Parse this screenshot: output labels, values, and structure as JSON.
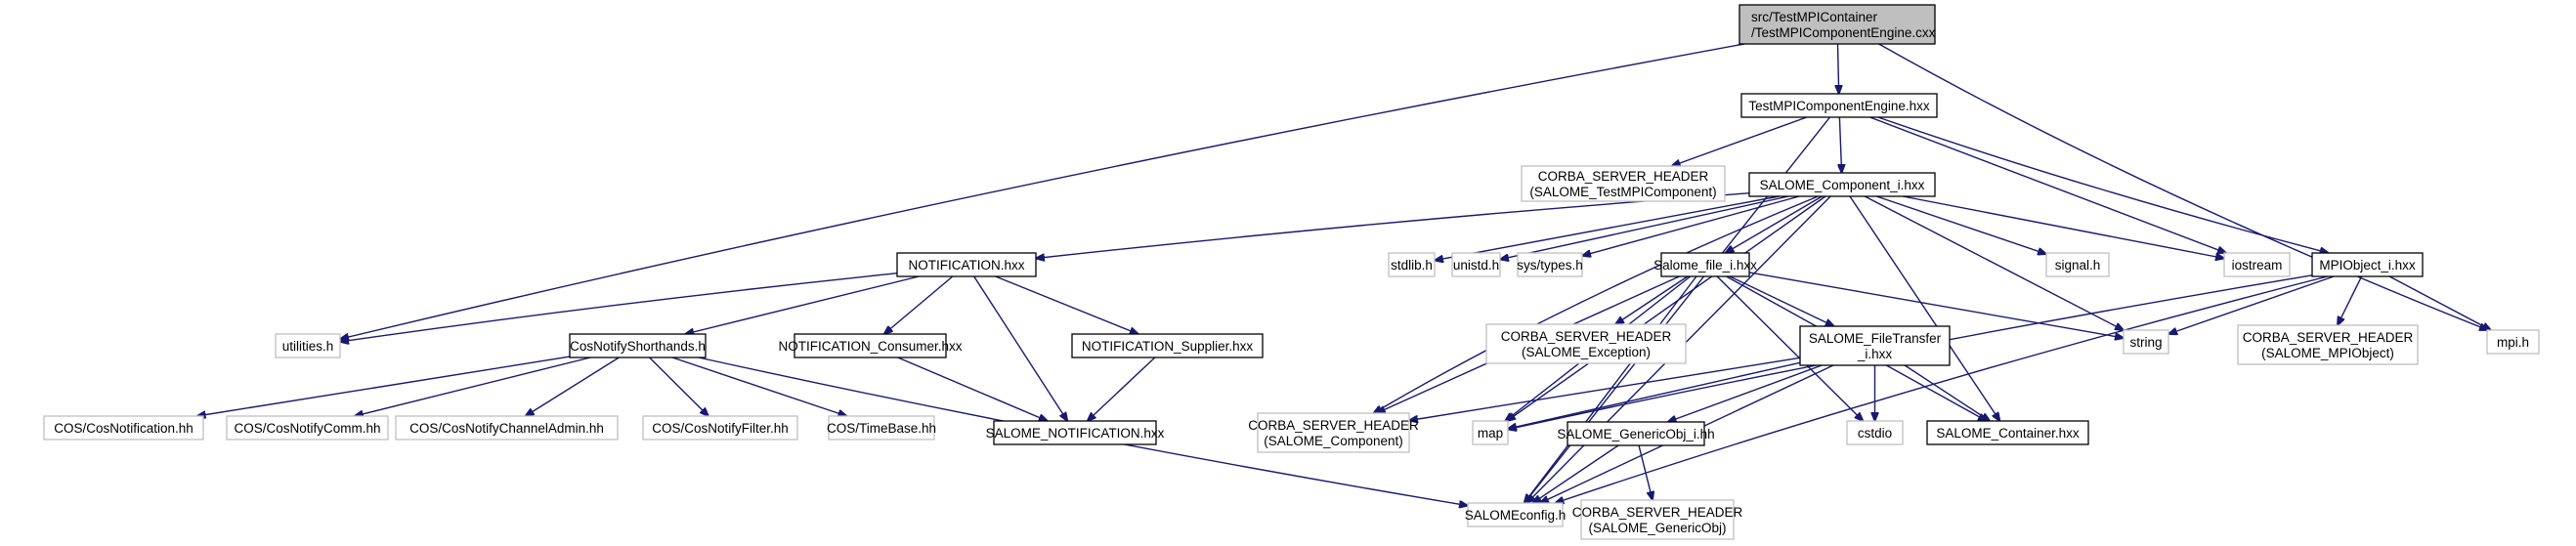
{
  "graph": {
    "type": "include-dependency-graph",
    "colors": {
      "edge": "#191970",
      "root_fill": "#bfbfbf",
      "local_border": "#000000",
      "external_border": "#bfbfbf"
    },
    "nodes": [
      {
        "id": "root",
        "lines": [
          "src/TestMPIContainer",
          "/TestMPIComponentEngine.cxx"
        ],
        "kind": "root"
      },
      {
        "id": "engine_hxx",
        "lines": [
          "TestMPIComponentEngine.hxx"
        ],
        "kind": "local"
      },
      {
        "id": "corba_testmpi",
        "lines": [
          "CORBA_SERVER_HEADER",
          "(SALOME_TestMPIComponent)"
        ],
        "kind": "external"
      },
      {
        "id": "component_i",
        "lines": [
          "SALOME_Component_i.hxx"
        ],
        "kind": "local"
      },
      {
        "id": "notification",
        "lines": [
          "NOTIFICATION.hxx"
        ],
        "kind": "local"
      },
      {
        "id": "stdlib",
        "lines": [
          "stdlib.h"
        ],
        "kind": "external"
      },
      {
        "id": "unistd",
        "lines": [
          "unistd.h"
        ],
        "kind": "external"
      },
      {
        "id": "systypes",
        "lines": [
          "sys/types.h"
        ],
        "kind": "external"
      },
      {
        "id": "salome_file",
        "lines": [
          "Salome_file_i.hxx"
        ],
        "kind": "local"
      },
      {
        "id": "signal",
        "lines": [
          "signal.h"
        ],
        "kind": "external"
      },
      {
        "id": "iostream",
        "lines": [
          "iostream"
        ],
        "kind": "external"
      },
      {
        "id": "mpiobject",
        "lines": [
          "MPIObject_i.hxx"
        ],
        "kind": "local"
      },
      {
        "id": "mpi",
        "lines": [
          "mpi.h"
        ],
        "kind": "external"
      },
      {
        "id": "utilities",
        "lines": [
          "utilities.h"
        ],
        "kind": "external"
      },
      {
        "id": "cosshorthands",
        "lines": [
          "CosNotifyShorthands.h"
        ],
        "kind": "local"
      },
      {
        "id": "notif_consumer",
        "lines": [
          "NOTIFICATION_Consumer.hxx"
        ],
        "kind": "local"
      },
      {
        "id": "notif_supplier",
        "lines": [
          "NOTIFICATION_Supplier.hxx"
        ],
        "kind": "local"
      },
      {
        "id": "corba_exception",
        "lines": [
          "CORBA_SERVER_HEADER",
          "(SALOME_Exception)"
        ],
        "kind": "external"
      },
      {
        "id": "filetransfer",
        "lines": [
          "SALOME_FileTransfer",
          "_i.hxx"
        ],
        "kind": "local"
      },
      {
        "id": "string",
        "lines": [
          "string"
        ],
        "kind": "external"
      },
      {
        "id": "corba_mpiobject",
        "lines": [
          "CORBA_SERVER_HEADER",
          "(SALOME_MPIObject)"
        ],
        "kind": "external"
      },
      {
        "id": "cos_notification",
        "lines": [
          "COS/CosNotification.hh"
        ],
        "kind": "external"
      },
      {
        "id": "cos_comm",
        "lines": [
          "COS/CosNotifyComm.hh"
        ],
        "kind": "external"
      },
      {
        "id": "cos_channeladmin",
        "lines": [
          "COS/CosNotifyChannelAdmin.hh"
        ],
        "kind": "external"
      },
      {
        "id": "cos_filter",
        "lines": [
          "COS/CosNotifyFilter.hh"
        ],
        "kind": "external"
      },
      {
        "id": "cos_timebase",
        "lines": [
          "COS/TimeBase.hh"
        ],
        "kind": "external"
      },
      {
        "id": "salome_notification",
        "lines": [
          "SALOME_NOTIFICATION.hxx"
        ],
        "kind": "local"
      },
      {
        "id": "corba_component",
        "lines": [
          "CORBA_SERVER_HEADER",
          "(SALOME_Component)"
        ],
        "kind": "external"
      },
      {
        "id": "map",
        "lines": [
          "map"
        ],
        "kind": "external"
      },
      {
        "id": "genericobj_i",
        "lines": [
          "SALOME_GenericObj_i.hh"
        ],
        "kind": "local"
      },
      {
        "id": "cstdio",
        "lines": [
          "cstdio"
        ],
        "kind": "external"
      },
      {
        "id": "container",
        "lines": [
          "SALOME_Container.hxx"
        ],
        "kind": "local"
      },
      {
        "id": "salomeconfig",
        "lines": [
          "SALOMEconfig.h"
        ],
        "kind": "external"
      },
      {
        "id": "corba_genericobj",
        "lines": [
          "CORBA_SERVER_HEADER",
          "(SALOME_GenericObj)"
        ],
        "kind": "external"
      }
    ],
    "edges": [
      [
        "root",
        "engine_hxx"
      ],
      [
        "root",
        "utilities"
      ],
      [
        "root",
        "mpi"
      ],
      [
        "engine_hxx",
        "corba_testmpi"
      ],
      [
        "engine_hxx",
        "component_i"
      ],
      [
        "engine_hxx",
        "iostream"
      ],
      [
        "engine_hxx",
        "mpiobject"
      ],
      [
        "engine_hxx",
        "salomeconfig"
      ],
      [
        "component_i",
        "notification"
      ],
      [
        "component_i",
        "stdlib"
      ],
      [
        "component_i",
        "unistd"
      ],
      [
        "component_i",
        "systypes"
      ],
      [
        "component_i",
        "salome_file"
      ],
      [
        "component_i",
        "signal"
      ],
      [
        "component_i",
        "iostream"
      ],
      [
        "component_i",
        "string"
      ],
      [
        "component_i",
        "container"
      ],
      [
        "component_i",
        "corba_component"
      ],
      [
        "component_i",
        "map"
      ],
      [
        "component_i",
        "salomeconfig"
      ],
      [
        "notification",
        "utilities"
      ],
      [
        "notification",
        "cosshorthands"
      ],
      [
        "notification",
        "notif_consumer"
      ],
      [
        "notification",
        "notif_supplier"
      ],
      [
        "notification",
        "salome_notification"
      ],
      [
        "cosshorthands",
        "cos_notification"
      ],
      [
        "cosshorthands",
        "cos_comm"
      ],
      [
        "cosshorthands",
        "cos_channeladmin"
      ],
      [
        "cosshorthands",
        "cos_filter"
      ],
      [
        "cosshorthands",
        "cos_timebase"
      ],
      [
        "cosshorthands",
        "salomeconfig"
      ],
      [
        "notif_consumer",
        "salome_notification"
      ],
      [
        "notif_supplier",
        "salome_notification"
      ],
      [
        "salome_file",
        "corba_exception"
      ],
      [
        "salome_file",
        "filetransfer"
      ],
      [
        "salome_file",
        "string"
      ],
      [
        "salome_file",
        "map"
      ],
      [
        "salome_file",
        "cstdio"
      ],
      [
        "salome_file",
        "container"
      ],
      [
        "salome_file",
        "corba_component"
      ],
      [
        "salome_file",
        "salomeconfig"
      ],
      [
        "filetransfer",
        "genericobj_i"
      ],
      [
        "filetransfer",
        "cstdio"
      ],
      [
        "filetransfer",
        "container"
      ],
      [
        "filetransfer",
        "map"
      ],
      [
        "filetransfer",
        "corba_component"
      ],
      [
        "filetransfer",
        "salomeconfig"
      ],
      [
        "genericobj_i",
        "salomeconfig"
      ],
      [
        "genericobj_i",
        "corba_genericobj"
      ],
      [
        "mpiobject",
        "string"
      ],
      [
        "mpiobject",
        "corba_mpiobject"
      ],
      [
        "mpiobject",
        "mpi"
      ],
      [
        "mpiobject",
        "map"
      ],
      [
        "mpiobject",
        "salomeconfig"
      ]
    ]
  }
}
